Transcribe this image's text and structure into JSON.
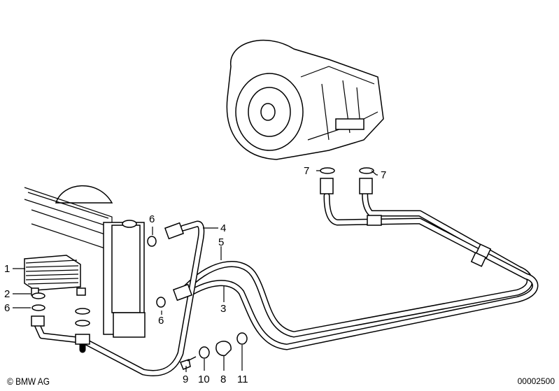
{
  "diagram": {
    "title": "Automatic transmission oil cooler lines",
    "callouts": {
      "oil_cooler": "1",
      "washer_left": "2",
      "seal_left": "6",
      "seal_top": "6",
      "seal_mid": "6",
      "pipe_4": "4",
      "pipe_5": "5",
      "pipe_3": "3",
      "seal_trans_left": "7",
      "seal_trans_right": "7",
      "bolt": "9",
      "washer": "10",
      "clamp": "8",
      "bush": "11"
    }
  },
  "footer": {
    "copyright": "© BMW AG",
    "image_number": "00002500"
  }
}
